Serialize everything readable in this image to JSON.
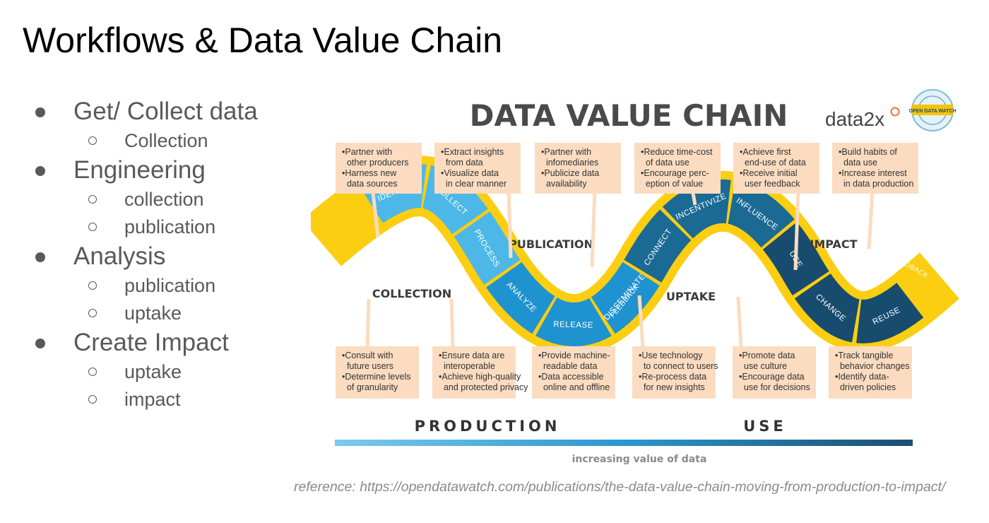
{
  "slide": {
    "title": "Workflows & Data Value Chain",
    "reference": "reference: https://opendatawatch.com/publications/the-data-value-chain-moving-from-production-to-impact/"
  },
  "outline": [
    {
      "label": "Get/ Collect data",
      "children": [
        "Collection"
      ]
    },
    {
      "label": "Engineering",
      "children": [
        "collection",
        "publication"
      ]
    },
    {
      "label": "Analysis",
      "children": [
        "publication",
        "uptake"
      ]
    },
    {
      "label": "Create Impact",
      "children": [
        "uptake",
        "impact"
      ]
    }
  ],
  "diagram": {
    "title": "DATA VALUE CHAIN",
    "logos": {
      "data2x": "data2x",
      "odw": "OPEN DATA WATCH"
    },
    "stages": [
      "COLLECTION",
      "PUBLICATION",
      "UPTAKE",
      "IMPACT"
    ],
    "segments": [
      "IDENTIFY",
      "COLLECT",
      "PROCESS",
      "ANALYZE",
      "RELEASE",
      "DISSEMINATE",
      "CONNECT",
      "INCENTIVIZE",
      "INFLUENCE",
      "USE",
      "CHANGE",
      "REUSE"
    ],
    "feedback_label": "FEEDBACK",
    "top_boxes": [
      [
        "•Partner with",
        " other producers",
        "•Harness new",
        " data sources"
      ],
      [
        "•Extract insights",
        " from data",
        "•Visualize data",
        " in clear manner"
      ],
      [
        "•Partner with",
        " infomediaries",
        "•Publicize data",
        " availability"
      ],
      [
        "•Reduce time-cost",
        " of data use",
        "•Encourage perc-",
        " eption of value"
      ],
      [
        "•Achieve first",
        " end-use of data",
        "•Receive initial",
        " user feedback"
      ],
      [
        "•Build habits of",
        " data use",
        "•Increase interest",
        " in data production"
      ]
    ],
    "bottom_boxes": [
      [
        "•Consult with",
        " future users",
        "•Determine levels",
        " of granularity"
      ],
      [
        "•Ensure data are",
        " interoperable",
        "•Achieve high-quality",
        " and protected privacy"
      ],
      [
        "•Provide machine-",
        " readable data",
        "•Data accessible",
        " online and offline"
      ],
      [
        "•Use technology",
        " to connect to users",
        "•Re-process data",
        " for new insights"
      ],
      [
        "•Promote data",
        " use culture",
        "•Encourage data",
        " use for decisions"
      ],
      [
        "•Track tangible",
        " behavior changes",
        "•Identify data-",
        " driven policies"
      ]
    ],
    "axis": {
      "production": "PRODUCTION",
      "use": "USE",
      "caption": "increasing value of data"
    },
    "colors": {
      "light_blue": "#4db8e8",
      "mid_blue": "#1f93cf",
      "dark_teal": "#1a6a94",
      "darkest": "#174c6f",
      "yellow": "#fcce12",
      "box": "#fbdcc0"
    }
  }
}
